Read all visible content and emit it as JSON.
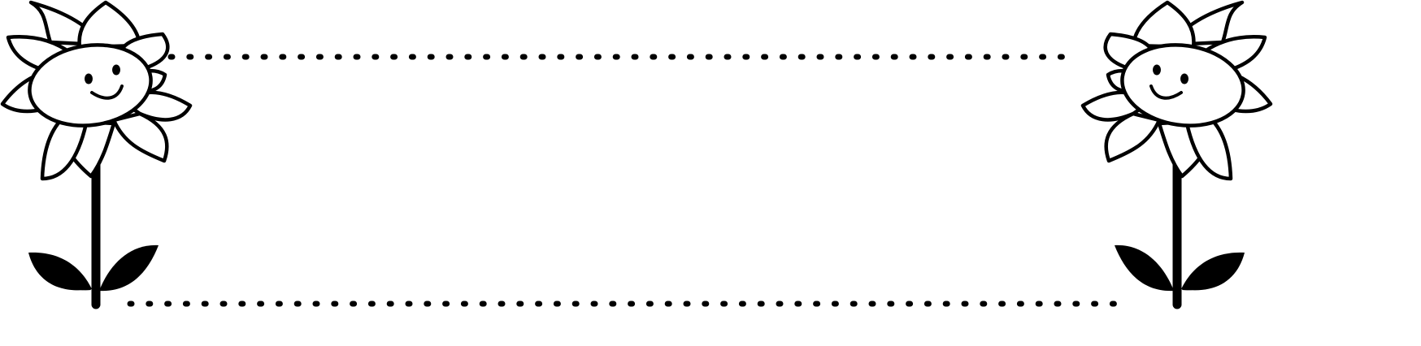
{
  "frame": {
    "style": "sunflower dotted-line banner",
    "colors": {
      "line": "#000000",
      "fill": "#ffffff"
    },
    "flowers": [
      {
        "side": "left",
        "face": "smiling"
      },
      {
        "side": "right",
        "face": "smiling"
      }
    ]
  }
}
